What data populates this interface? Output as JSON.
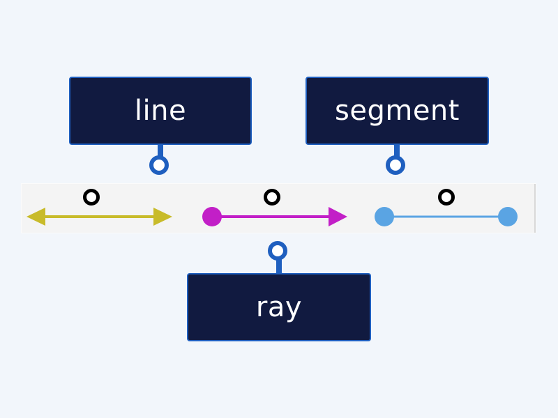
{
  "labels": [
    {
      "id": "line",
      "text": "line"
    },
    {
      "id": "segment",
      "text": "segment"
    },
    {
      "id": "ray",
      "text": "ray"
    }
  ],
  "figures": [
    {
      "name": "line",
      "kind": "double-arrow",
      "color": "#c8bb2a"
    },
    {
      "name": "ray",
      "kind": "point-to-arrow",
      "color": "#c21fc7"
    },
    {
      "name": "segment",
      "kind": "point-to-point",
      "color": "#5aa4e3"
    }
  ],
  "colors": {
    "label_bg": "#111a40",
    "label_border": "#1f5fbf",
    "label_text": "#ffffff",
    "background": "#f2f6fb"
  }
}
